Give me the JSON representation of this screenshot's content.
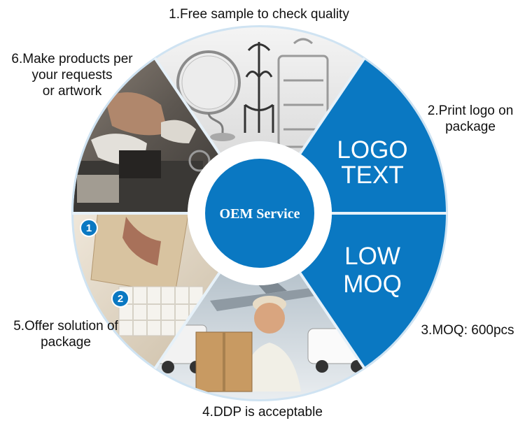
{
  "center": {
    "title": "OEM Service"
  },
  "segments": [
    {
      "label_lines": [
        "1.Free sample to check quality"
      ]
    },
    {
      "label_lines": [
        "2.Print logo on",
        "package"
      ],
      "panel_lines": [
        "LOGO",
        "TEXT"
      ]
    },
    {
      "label_lines": [
        "3.MOQ: 600pcs"
      ],
      "panel_lines": [
        "LOW",
        "MOQ"
      ]
    },
    {
      "label_lines": [
        "4.DDP is acceptable"
      ]
    },
    {
      "label_lines": [
        "5.Offer solution of",
        "package"
      ],
      "badges": [
        "1",
        "2"
      ]
    },
    {
      "label_lines": [
        "6.Make products per",
        "your requests",
        "or artwork"
      ]
    }
  ],
  "colors": {
    "accent_blue": "#0a78c2",
    "ring": "#ffffff",
    "divider": "#9fc9e8"
  }
}
